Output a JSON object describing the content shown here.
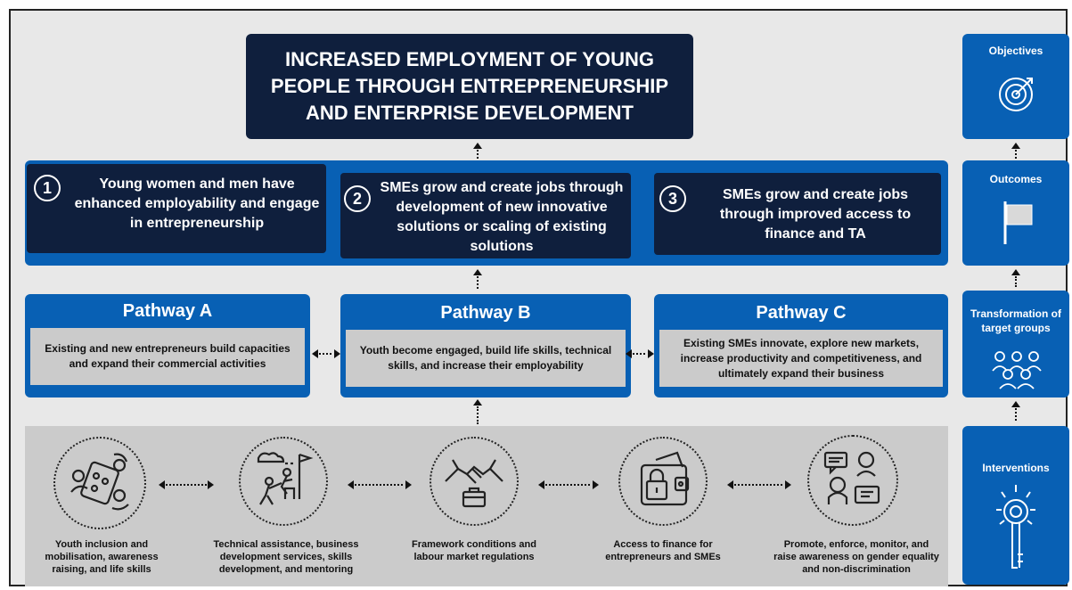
{
  "goal": "INCREASED EMPLOYMENT OF YOUNG PEOPLE THROUGH ENTREPRENEURSHIP AND ENTERPRISE DEVELOPMENT",
  "outcomes": [
    {
      "number": "1",
      "text": "Young women and men have enhanced employability and engage in entrepreneurship"
    },
    {
      "number": "2",
      "text": "SMEs grow and create jobs through development of new innovative solutions or scaling of existing solutions"
    },
    {
      "number": "3",
      "text": "SMEs grow and create jobs through improved access to finance and TA"
    }
  ],
  "pathways": [
    {
      "title": "Pathway A",
      "text": "Existing and new entrepreneurs build capacities and expand their commercial activities"
    },
    {
      "title": "Pathway B",
      "text": "Youth become engaged, build life skills, technical skills, and increase their employability"
    },
    {
      "title": "Pathway C",
      "text": "Existing SMEs innovate, explore new markets, increase productivity and competitiveness, and ultimately expand their business"
    }
  ],
  "interventions": [
    {
      "label": "Youth inclusion and mobilisation, awareness raising, and life skills",
      "icon": "youth-group-icon"
    },
    {
      "label": "Technical assistance, business development services, skills development, and mentoring",
      "icon": "climbing-help-icon"
    },
    {
      "label": "Framework conditions and labour market regulations",
      "icon": "handshake-briefcase-icon"
    },
    {
      "label": "Access to finance for entrepreneurs and SMEs",
      "icon": "wallet-lock-icon"
    },
    {
      "label": "Promote, enforce, monitor, and raise awareness on gender equality and non-discrimination",
      "icon": "gender-dialogue-icon"
    }
  ],
  "sidebar": {
    "objectives": "Objectives",
    "outcomes": "Outcomes",
    "transformation": "Transformation of target groups",
    "interventions": "Interventions"
  },
  "colors": {
    "navy": "#0f1f3d",
    "blue": "#0860b4",
    "grey_panel": "#cbcbcb",
    "background": "#e8e8e8"
  }
}
